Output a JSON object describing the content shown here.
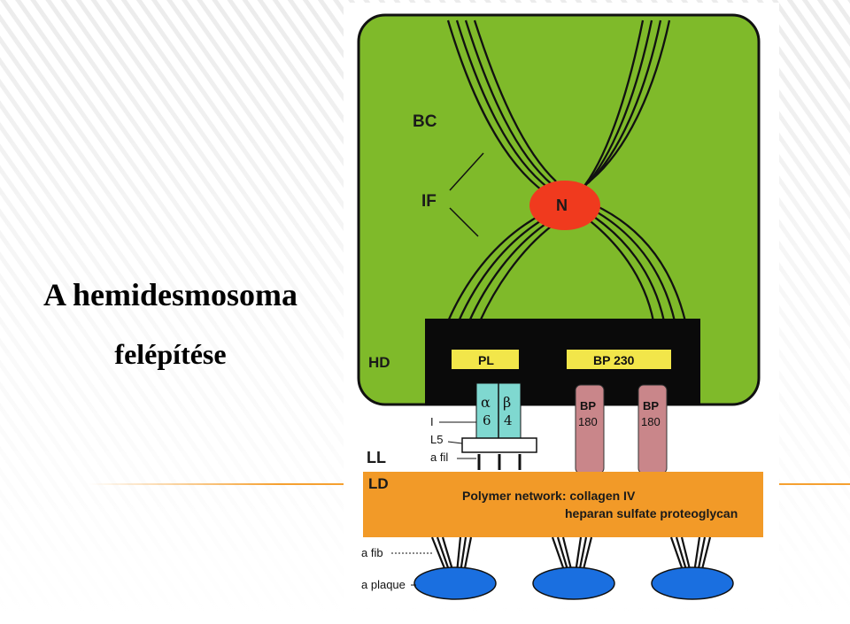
{
  "title": {
    "line1": "A hemidesmosoma",
    "line2": "felépítése"
  },
  "diagram": {
    "labels": {
      "bc": "BC",
      "if": "IF",
      "n": "N",
      "hd": "HD",
      "pl": "PL",
      "bp230": "BP 230",
      "alpha": "α",
      "six": "6",
      "beta": "β",
      "four": "4",
      "bp180_top": "BP",
      "bp180_bottom": "180",
      "i": "I",
      "l5": "L5",
      "a_fil": "a fil",
      "ll": "LL",
      "ld": "LD",
      "polymer1": "Polymer network: collagen IV",
      "polymer2": "heparan sulfate proteoglycan",
      "a_fib": "a fib",
      "a_plaque": "a plaque"
    },
    "colors": {
      "cell": "#7fba2a",
      "nucleus": "#f03a1e",
      "plaque_black": "#0a0a0a",
      "yellow_box": "#f2e64a",
      "integrin": "#7fd8d0",
      "bp180": "#c9868a",
      "lamina_densa": "#f29a28",
      "anchoring_plaque": "#1a6fe0",
      "accent_line": "#f5a030"
    }
  }
}
